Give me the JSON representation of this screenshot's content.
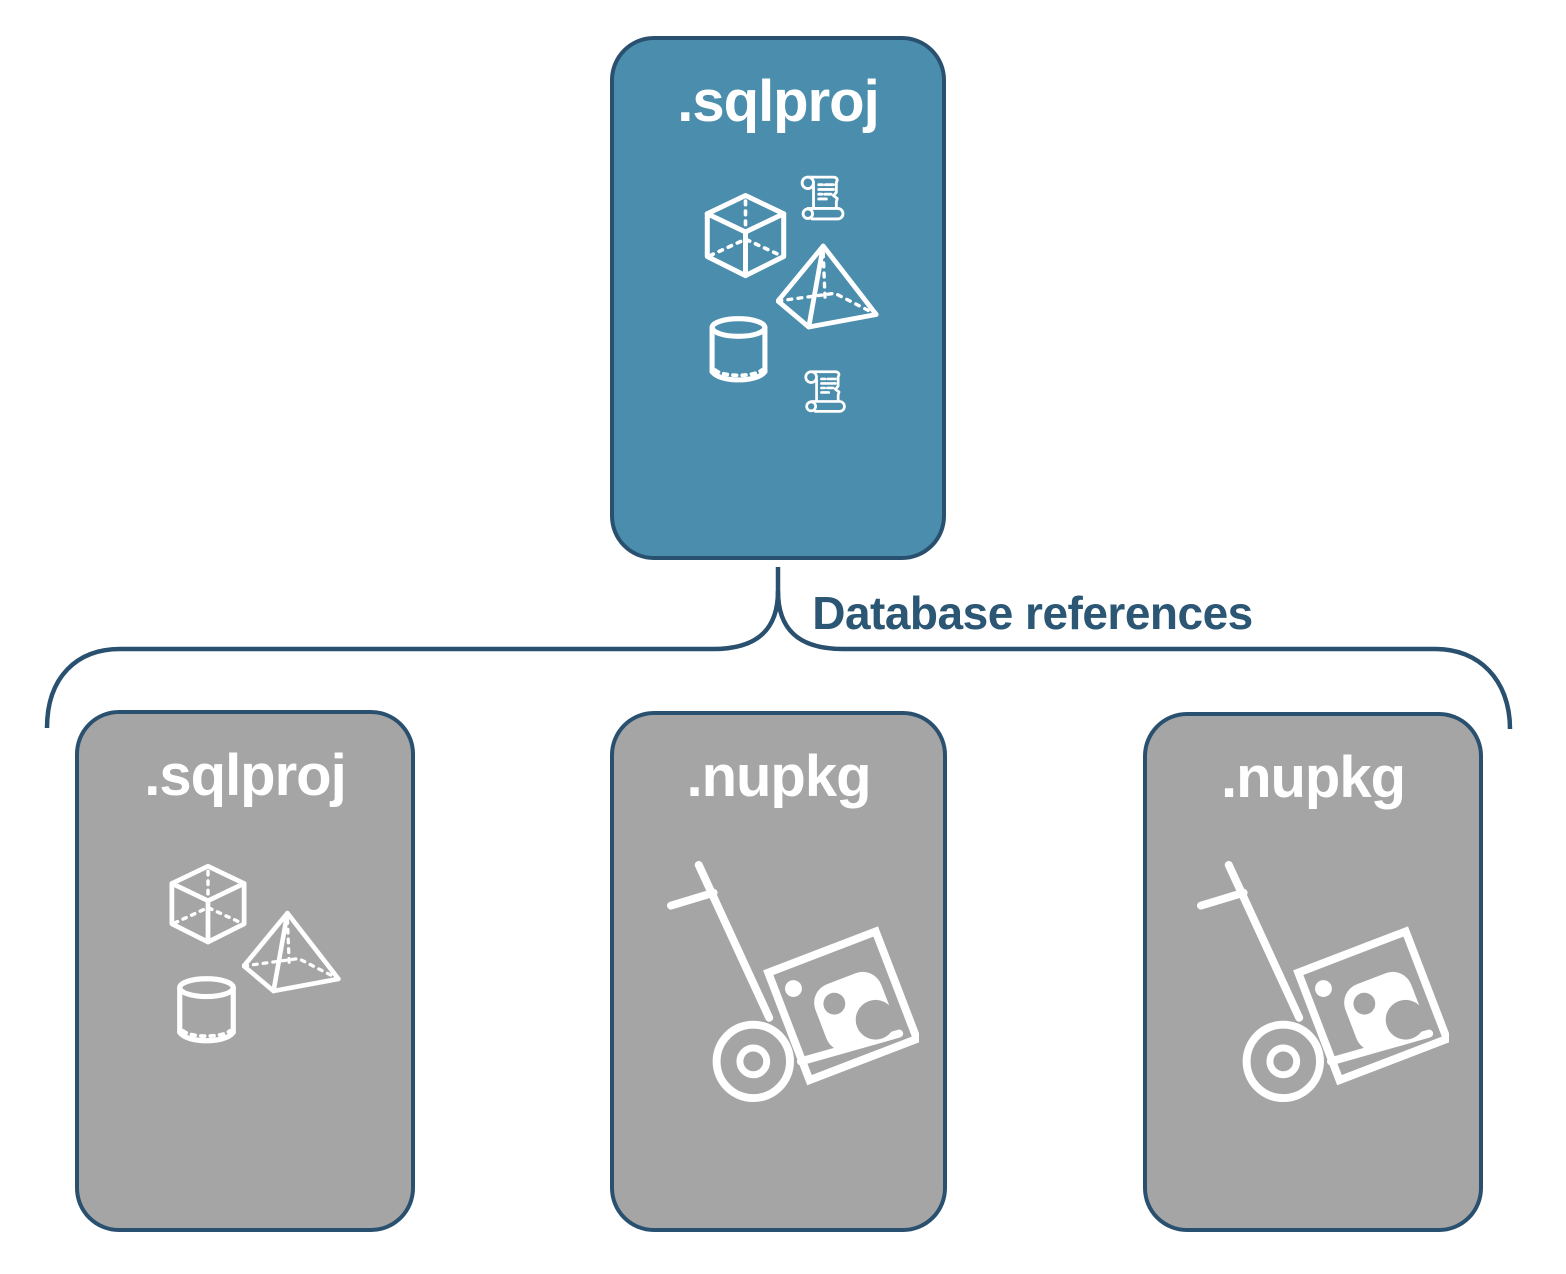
{
  "diagram": {
    "connector_label": "Database references",
    "colors": {
      "primary_fill": "#4a8dac",
      "gray_fill": "#a5a5a5",
      "stroke_navy": "#2a506f",
      "label_text": "#2b5674",
      "icon_white": "#ffffff"
    },
    "root": {
      "label": ".sqlproj",
      "icons": [
        "cube-icon",
        "scroll-icon",
        "pyramid-icon",
        "cylinder-icon",
        "scroll-icon"
      ]
    },
    "children": [
      {
        "label": ".sqlproj",
        "icons": [
          "cube-icon",
          "pyramid-icon",
          "cylinder-icon"
        ]
      },
      {
        "label": ".nupkg",
        "icons": [
          "nuget-handtruck-icon"
        ]
      },
      {
        "label": ".nupkg",
        "icons": [
          "nuget-handtruck-icon"
        ]
      }
    ]
  }
}
